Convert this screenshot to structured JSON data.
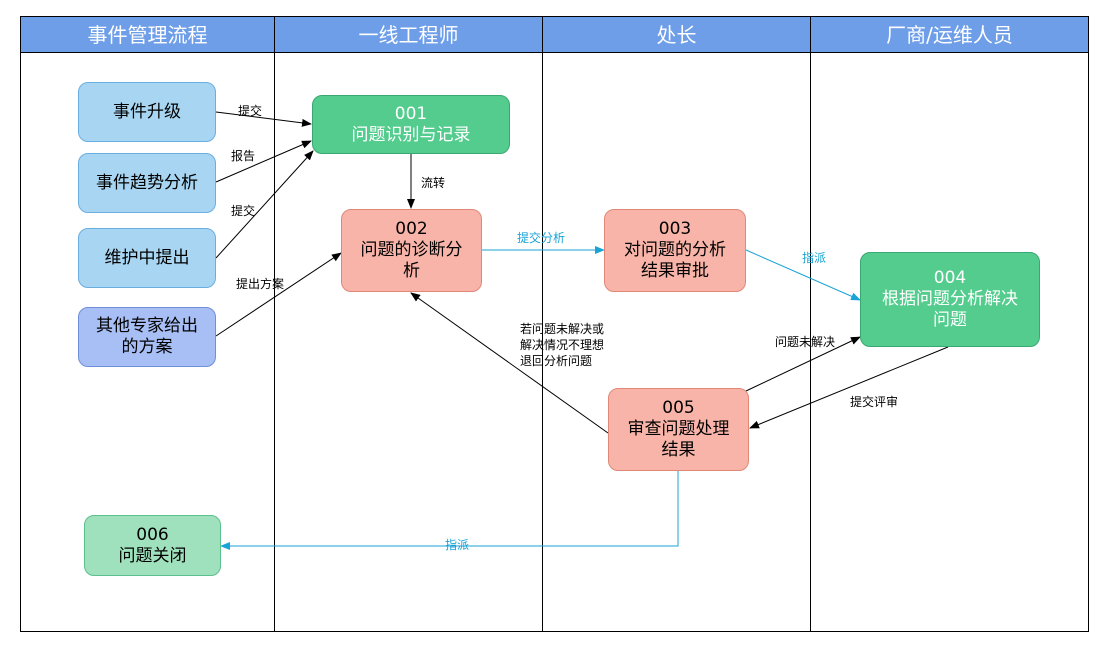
{
  "lanes": [
    {
      "title": "事件管理流程"
    },
    {
      "title": "一线工程师"
    },
    {
      "title": "处长"
    },
    {
      "title": "厂商/运维人员"
    }
  ],
  "nodes": {
    "n_upgrade": {
      "text": "事件升级"
    },
    "n_trend": {
      "text": "事件趋势分析"
    },
    "n_maint": {
      "text": "维护中提出"
    },
    "n_expert": {
      "line1": "其他专家给出",
      "line2": "的方案"
    },
    "n001": {
      "id": "001",
      "text": "问题识别与记录"
    },
    "n002": {
      "id": "002",
      "line1": "问题的诊断分",
      "line2": "析"
    },
    "n003": {
      "id": "003",
      "line1": "对问题的分析",
      "line2": "结果审批"
    },
    "n004": {
      "id": "004",
      "line1": "根据问题分析解决",
      "line2": "问题"
    },
    "n005": {
      "id": "005",
      "line1": "审查问题处理",
      "line2": "结果"
    },
    "n006": {
      "id": "006",
      "text": "问题关闭"
    }
  },
  "edge_labels": {
    "submit1": "提交",
    "report": "报告",
    "submit2": "提交",
    "propose": "提出方案",
    "transfer": "流转",
    "submit_analysis": "提交分析",
    "assign1": "指派",
    "unresolved": "问题未解决",
    "submit_review": "提交评审",
    "back_line1": "若问题未解决或",
    "back_line2": "解决情况不理想",
    "back_line3": "退回分析问题",
    "assign2": "指派"
  },
  "colors": {
    "header": "#6f9ee8",
    "cyan_edge": "#1aa3d6",
    "black_edge": "#000000"
  }
}
